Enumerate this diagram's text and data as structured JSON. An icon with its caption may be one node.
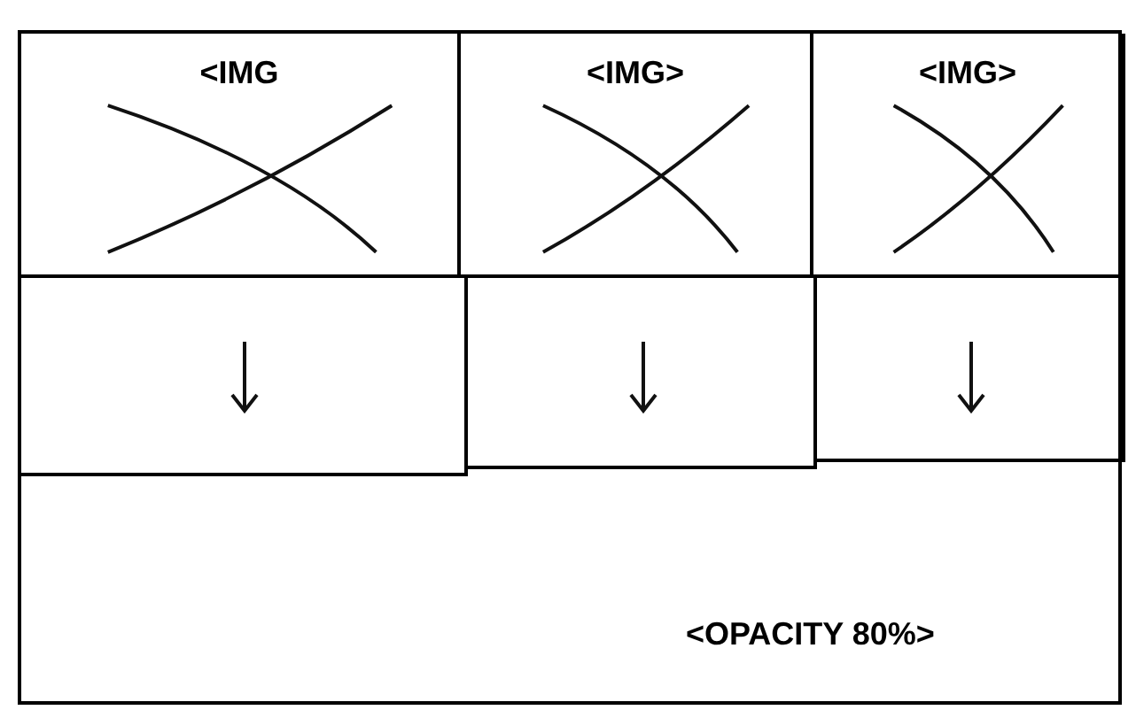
{
  "diagram": {
    "nodes": [
      {
        "text": [
          "<OPACITY 80%>"
        ]
      },
      {
        "text": [
          "<IMG"
        ],
        "in": 0
      },
      {
        "text": [
          "<IMG>"
        ],
        "in": 0
      },
      {
        "text": [
          "<IMG>"
        ],
        "in": 0
      },
      {
        "text": [],
        "shape": "box",
        "in": 0
      },
      {
        "text": [],
        "shape": "box",
        "in": 0
      },
      {
        "text": [],
        "shape": "box",
        "in": 0
      }
    ]
  }
}
